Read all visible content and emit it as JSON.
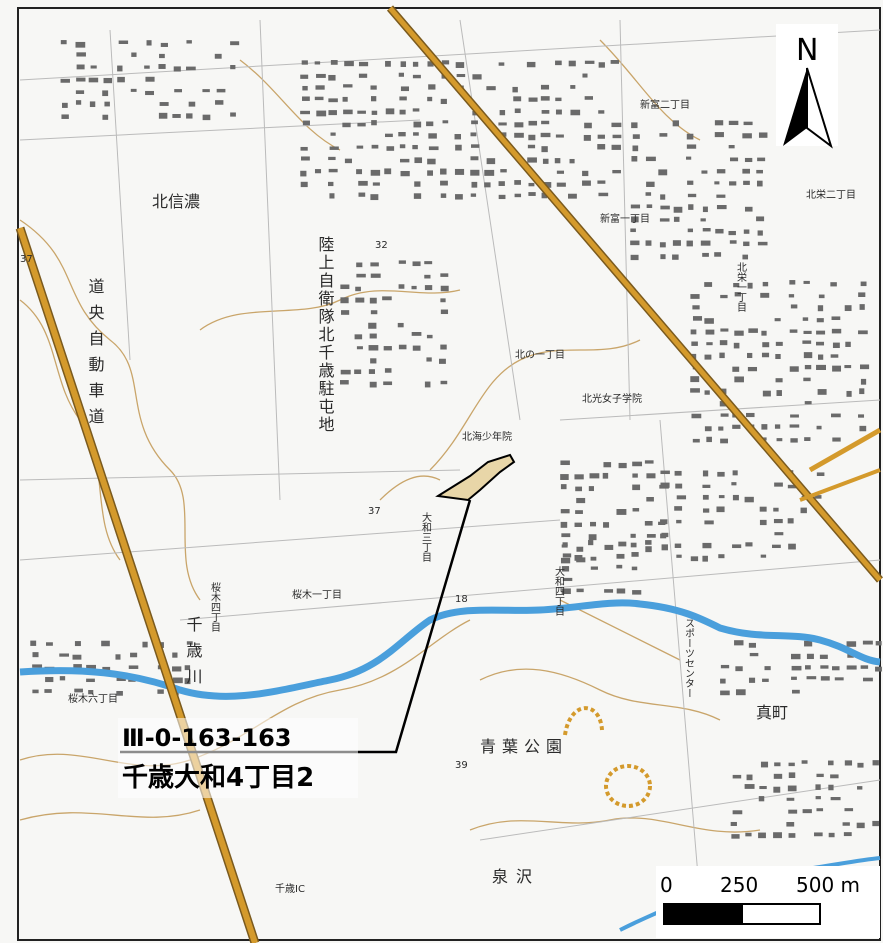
{
  "compass": {
    "letter": "N"
  },
  "scale_bar": {
    "ticks": [
      "0",
      "250",
      "500 m"
    ]
  },
  "site_label": {
    "code": "Ⅲ-0-163-163",
    "name": "千歳大和4丁目2"
  },
  "place_labels": {
    "kita_shinano": "北信濃",
    "jieitai": "陸上自衛隊北千歳駐屯地",
    "expressway": "道央自動車道",
    "chitose_river": "千歳川",
    "aoba_park": "青葉公園",
    "izumisawa": "泉沢",
    "sports_center": "スポーツセンター",
    "sakura_4": "桜木四丁目",
    "sakura_6": "桜木六丁目",
    "sakura_1": "桜木一丁目",
    "yamato_3": "大和三丁目",
    "yamato_4": "大和四丁目",
    "kita_no_1": "北の一丁目",
    "hokkou_girls": "北光女子学院",
    "shonen_in": "北海少年院",
    "shintomi_1": "新富一丁目",
    "shintomi_2": "新富二丁目",
    "kita_ei_1": "北栄一丁目",
    "kita_ei_2": "北栄二丁目",
    "makoto": "真町",
    "chitose_ic": "千歳IC",
    "num_37_left": "37",
    "num_37_mid": "37",
    "num_32": "32",
    "num_39": "39",
    "num_18": "18"
  },
  "colors": {
    "road_major": "#d49a2c",
    "road_outline": "#7a5a1e",
    "river": "#4a9fdc",
    "contour": "#c9a56a",
    "building": "#5a5a5a",
    "leader_line": "#000000"
  }
}
